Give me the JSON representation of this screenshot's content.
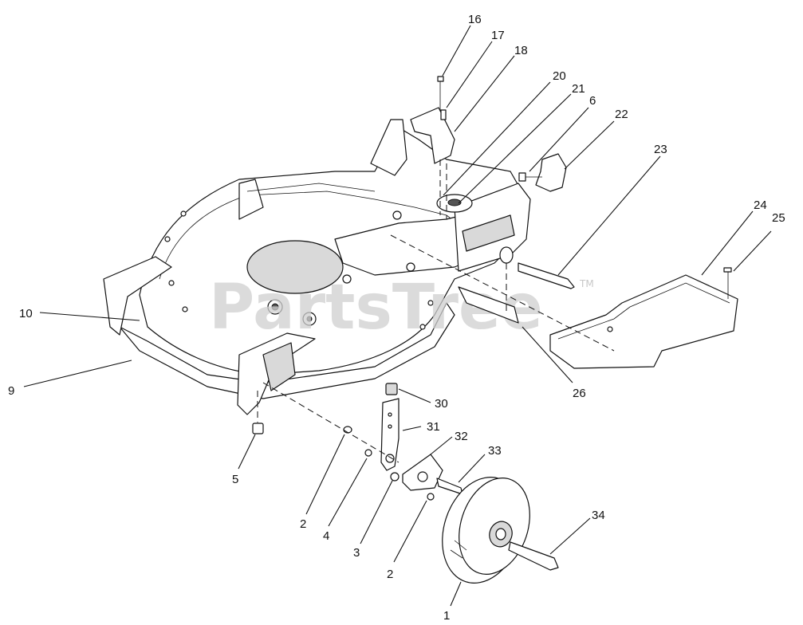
{
  "watermark": {
    "text": "PartsTree",
    "tm": "TM"
  },
  "callouts": [
    {
      "id": "c16",
      "label": "16"
    },
    {
      "id": "c17",
      "label": "17"
    },
    {
      "id": "c18",
      "label": "18"
    },
    {
      "id": "c20",
      "label": "20"
    },
    {
      "id": "c21",
      "label": "21"
    },
    {
      "id": "c6",
      "label": "6"
    },
    {
      "id": "c22",
      "label": "22"
    },
    {
      "id": "c23",
      "label": "23"
    },
    {
      "id": "c24",
      "label": "24"
    },
    {
      "id": "c25",
      "label": "25"
    },
    {
      "id": "c10",
      "label": "10"
    },
    {
      "id": "c9",
      "label": "9"
    },
    {
      "id": "c26",
      "label": "26"
    },
    {
      "id": "c30",
      "label": "30"
    },
    {
      "id": "c31",
      "label": "31"
    },
    {
      "id": "c32",
      "label": "32"
    },
    {
      "id": "c33",
      "label": "33"
    },
    {
      "id": "c34",
      "label": "34"
    },
    {
      "id": "c5",
      "label": "5"
    },
    {
      "id": "c2a",
      "label": "2"
    },
    {
      "id": "c4",
      "label": "4"
    },
    {
      "id": "c3",
      "label": "3"
    },
    {
      "id": "c2b",
      "label": "2"
    },
    {
      "id": "c1",
      "label": "1"
    }
  ]
}
